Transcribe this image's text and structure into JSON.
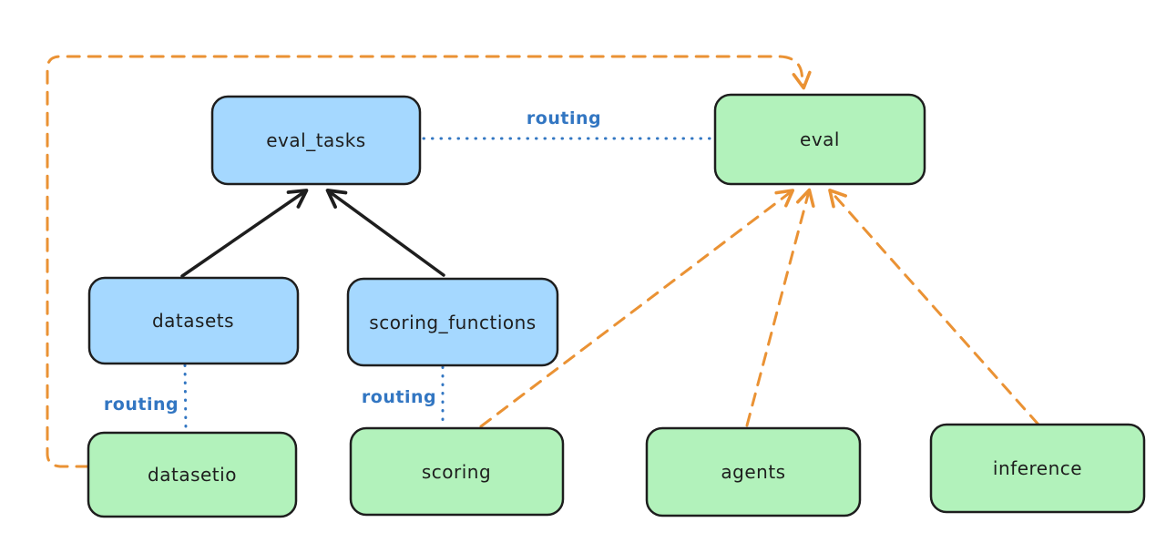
{
  "diagram": {
    "background": "#ffffff",
    "colors": {
      "api_fill": "#a5d8ff",
      "provider_fill": "#b2f2bb",
      "node_stroke": "#1e1e1e",
      "routing_blue": "#3276c2",
      "push_orange": "#ea9234",
      "dependency_black": "#1e1e1e"
    },
    "nodes": {
      "eval_tasks": {
        "label": "eval_tasks",
        "kind": "api"
      },
      "eval": {
        "label": "eval",
        "kind": "provider"
      },
      "datasets": {
        "label": "datasets",
        "kind": "api"
      },
      "scoring_functions": {
        "label": "scoring_functions",
        "kind": "api"
      },
      "datasetio": {
        "label": "datasetio",
        "kind": "provider"
      },
      "scoring": {
        "label": "scoring",
        "kind": "provider"
      },
      "agents": {
        "label": "agents",
        "kind": "provider"
      },
      "inference": {
        "label": "inference",
        "kind": "provider"
      }
    },
    "edges": [
      {
        "from": "eval_tasks",
        "to": "eval",
        "style": "dotted-blue",
        "label": "routing",
        "arrowhead": "none"
      },
      {
        "from": "datasets",
        "to": "datasetio",
        "style": "dotted-blue",
        "label": "routing",
        "arrowhead": "none"
      },
      {
        "from": "scoring_functions",
        "to": "scoring",
        "style": "dotted-blue",
        "label": "routing",
        "arrowhead": "none"
      },
      {
        "from": "datasets",
        "to": "eval_tasks",
        "style": "solid-black",
        "label": "",
        "arrowhead": "end"
      },
      {
        "from": "scoring_functions",
        "to": "eval_tasks",
        "style": "solid-black",
        "label": "",
        "arrowhead": "end"
      },
      {
        "from": "datasetio",
        "to": "eval",
        "style": "dashed-orange",
        "label": "",
        "arrowhead": "end",
        "route": "around-left-top"
      },
      {
        "from": "scoring",
        "to": "eval",
        "style": "dashed-orange",
        "label": "",
        "arrowhead": "end"
      },
      {
        "from": "agents",
        "to": "eval",
        "style": "dashed-orange",
        "label": "",
        "arrowhead": "end"
      },
      {
        "from": "inference",
        "to": "eval",
        "style": "dashed-orange",
        "label": "",
        "arrowhead": "end"
      }
    ]
  }
}
